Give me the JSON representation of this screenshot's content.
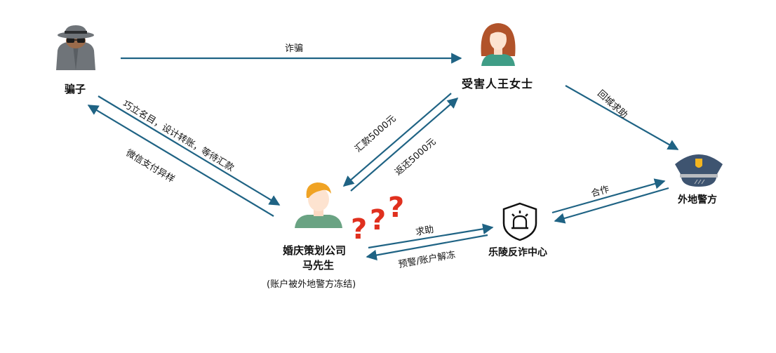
{
  "colors": {
    "arrow": "#1f6384",
    "question_marks": "#e0301e",
    "police_hat": "#3e5470",
    "badge": "#f3b51f"
  },
  "nodes": {
    "scammer": {
      "label": "骗子",
      "icon": "spy-icon"
    },
    "victim": {
      "label": "受害人王女士",
      "icon": "woman-avatar-icon"
    },
    "police": {
      "label": "外地警方",
      "icon": "police-hat-icon"
    },
    "company": {
      "label_line1": "婚庆策划公司",
      "label_line2": "马先生",
      "note": "(账户被外地警方冻结)",
      "icon": "man-avatar-icon"
    },
    "center": {
      "label": "乐陵反诈中心",
      "icon": "alarm-shield-icon"
    },
    "confusion": {
      "text": "???",
      "icon": "question-marks-icon"
    }
  },
  "edges": [
    {
      "from": "scammer",
      "to": "victim",
      "label": "诈骗"
    },
    {
      "from": "scammer",
      "to": "company",
      "label": "巧立名目，设计转账，等待汇款"
    },
    {
      "from": "company",
      "to": "scammer",
      "label": "微信支付异样"
    },
    {
      "from": "victim",
      "to": "company",
      "label": "汇款5000元"
    },
    {
      "from": "company",
      "to": "victim",
      "label": "返还5000元"
    },
    {
      "from": "victim",
      "to": "police",
      "label": "回城求助"
    },
    {
      "from": "center",
      "to": "police",
      "label": "合作"
    },
    {
      "from": "police",
      "to": "center",
      "label": ""
    },
    {
      "from": "company",
      "to": "center",
      "label": "求助"
    },
    {
      "from": "center",
      "to": "company",
      "label": "预警/账户解冻"
    }
  ]
}
